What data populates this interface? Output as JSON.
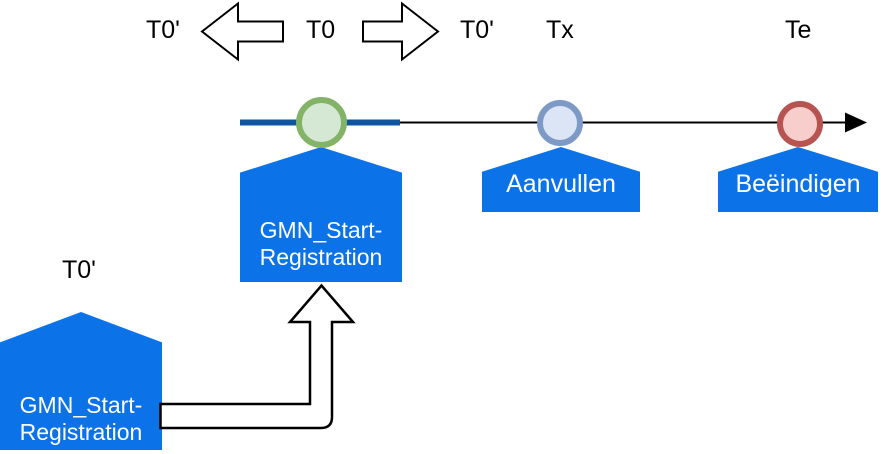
{
  "colors": {
    "event_fill": "#0B72E8",
    "event_text": "#FFFFFF",
    "timeline_segment": "#0E549E",
    "timeline_line": "#000000",
    "marker_green_stroke": "#82B366",
    "marker_green_fill": "#D5E8D4",
    "marker_blue_stroke": "#7D9AC7",
    "marker_blue_fill": "#DBE5F6",
    "marker_red_stroke": "#B85450",
    "marker_red_fill": "#F8CECC",
    "label_text": "#000000"
  },
  "labels": {
    "t0_prime_left": "T0'",
    "t0_center": "T0",
    "t0_prime_right": "T0'",
    "tx": "Tx",
    "te": "Te",
    "t0_prime_lower": "T0'"
  },
  "events": {
    "start": {
      "label": "GMN_Start-Registration"
    },
    "aanvullen": {
      "label": "Aanvullen"
    },
    "beeindigen": {
      "label": "Beëindigen"
    },
    "start_correction": {
      "label": "GMN_Start-Registration"
    }
  }
}
